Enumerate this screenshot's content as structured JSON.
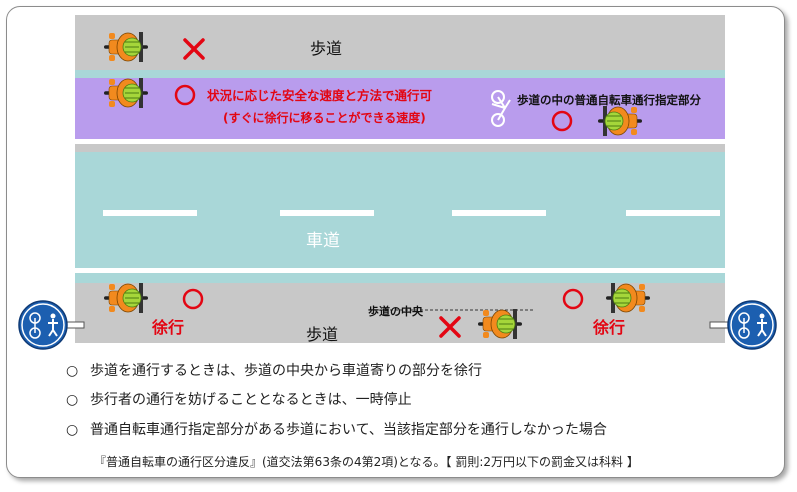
{
  "sidewalk_top_label": "歩道",
  "roadway_label": "車道",
  "sidewalk_bottom_label": "歩道",
  "designated_zone": {
    "main_text": "状況に応じた安全な速度と方法で通行可",
    "sub_text": "(すぐに徐行に移ることができる速度)",
    "legend_text": "歩道の中の普通自転車通行指定部分"
  },
  "slow_left_label": "徐行",
  "slow_right_label": "徐行",
  "center_label": "歩道の中央",
  "rules": [
    "歩道を通行するときは、歩道の中央から車道寄りの部分を徐行",
    "歩行者の通行を妨げることとなるときは、一時停止",
    "普通自転車通行指定部分がある歩道において、当該指定部分を通行しなかった場合"
  ],
  "rule_marker": "○",
  "footnote": "『普通自転車の通行区分違反』(道交法第63条の4第2項)となる。【 罰則:2万円以下の罰金又は科料 】",
  "colors": {
    "sidewalk": "#c8c8c8",
    "designated_zone": "#b99ced",
    "roadway": "#a9d7d8",
    "mark_red": "#e30613",
    "sign_blue": "#1c5fb0",
    "cyclist_orange": "#f28a1e",
    "cyclist_green": "#a5d63a"
  }
}
